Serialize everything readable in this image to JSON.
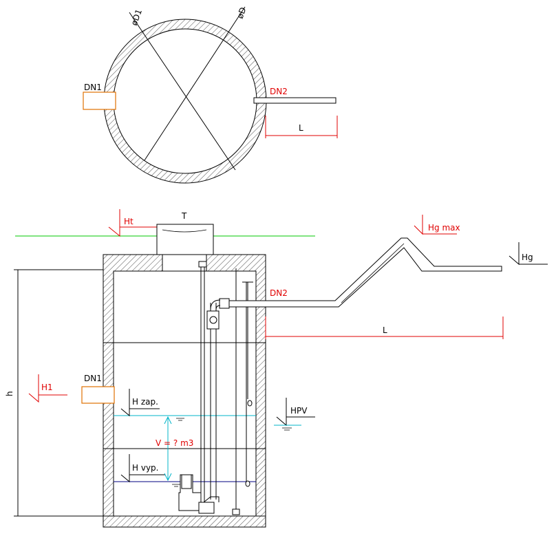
{
  "labels": {
    "d1": "øD1",
    "d": "øD",
    "dn1_top": "DN1",
    "dn2_top": "DN2",
    "l_top": "L",
    "t": "T",
    "ht": "Ht",
    "hg_max": "Hg max",
    "hg": "Hg",
    "dn2_side": "DN2",
    "l_side": "L",
    "dn1_side": "DN1",
    "h1": "H1",
    "h": "h",
    "h_zap": "H zap.",
    "hpv": "HPV",
    "volume": "V = ? m3",
    "h_vyp": "H vyp."
  },
  "colors": {
    "line": "#000000",
    "dimension": "#e00000",
    "pipe_orange": "#e07000",
    "terrain": "#00c800",
    "water_level": "#00b4c8",
    "low_level": "#000080"
  }
}
